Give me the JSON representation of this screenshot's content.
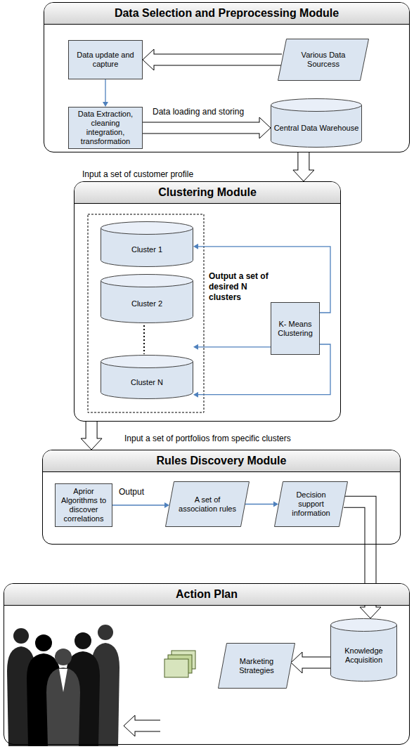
{
  "diagram": {
    "nodes": [
      {
        "text": [
          "Data Selection and Preprocessing Module"
        ]
      },
      {
        "text": [
          "Data update and capture"
        ],
        "in": 0
      },
      {
        "text": [
          "Various Data Sourcess"
        ],
        "in": 0
      },
      {
        "text": [
          "Data Extraction, cleaning integration, transformation"
        ],
        "in": 0
      },
      {
        "text": [
          "Central Data Warehouse"
        ],
        "in": 0
      },
      {
        "text": [
          "Clustering Module"
        ]
      },
      {
        "text": [
          "Cluster 1"
        ],
        "in": 5
      },
      {
        "text": [
          "Cluster 2"
        ],
        "in": 5
      },
      {
        "text": [
          "Cluster N"
        ],
        "in": 5
      },
      {
        "text": [
          "K- Means Clustering"
        ],
        "in": 5
      },
      {
        "text": [
          "Rules Discovery Module"
        ]
      },
      {
        "text": [
          "Aprior Algorithms to discover correlations"
        ],
        "in": 10
      },
      {
        "text": [
          "A set of association rules"
        ],
        "in": 10
      },
      {
        "text": [
          "Decision support information"
        ],
        "in": 10
      },
      {
        "text": [
          "Action Plan"
        ]
      },
      {
        "text": [
          "Knowledge Acquisition"
        ],
        "in": 14
      },
      {
        "text": [
          "Marketing Strategies"
        ],
        "in": 14
      }
    ],
    "edges": [
      {
        "from": 2,
        "to": 1,
        "arrow": "to"
      },
      {
        "from": 1,
        "to": 3,
        "arrow": "to"
      },
      {
        "from": 3,
        "to": 4,
        "label": "Data loading and storing",
        "arrow": "to"
      },
      {
        "from": 0,
        "to": 5,
        "label": "Input a set of customer profile",
        "arrow": "to"
      },
      {
        "from": 9,
        "to": 6,
        "arrow": "to"
      },
      {
        "from": 9,
        "to": 7,
        "arrow": "to"
      },
      {
        "from": 9,
        "to": 8,
        "arrow": "to"
      },
      {
        "from": 5,
        "to": 10,
        "label": "Input a set of portfolios from specific clusters",
        "arrow": "to"
      },
      {
        "from": 11,
        "to": 12,
        "label": "Output",
        "arrow": "to"
      },
      {
        "from": 12,
        "to": 13,
        "arrow": "to"
      },
      {
        "from": 13,
        "to": 15,
        "arrow": "to"
      },
      {
        "from": 15,
        "to": 16,
        "arrow": "to"
      }
    ],
    "labels": [
      "Output a set of desired N clusters"
    ]
  }
}
